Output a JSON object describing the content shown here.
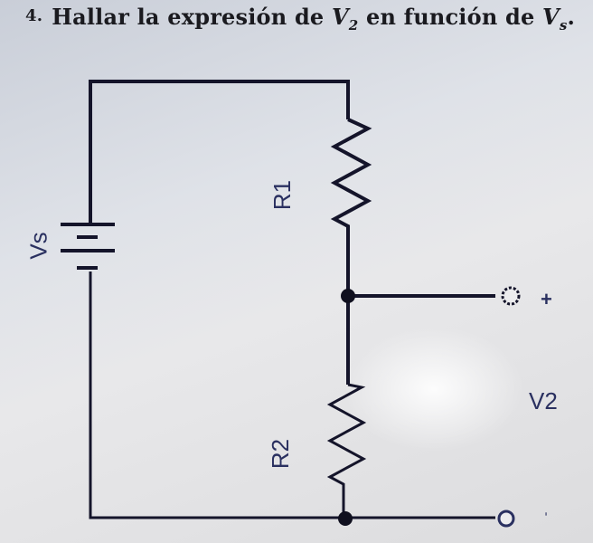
{
  "problem": {
    "number": "4.",
    "text_before": "Hallar la expresión de ",
    "var_1": "V",
    "var_1_sub": "2",
    "text_middle": " en función de ",
    "var_2": "V",
    "var_2_sub": "s",
    "text_end": "."
  },
  "circuit": {
    "source_label": "Vs",
    "r1_label": "R1",
    "r2_label": "R2",
    "output_label": "V2",
    "plus_sign": "+",
    "minus_sign": "-",
    "wire_color": "#14142a",
    "label_color": "#2a3060"
  }
}
